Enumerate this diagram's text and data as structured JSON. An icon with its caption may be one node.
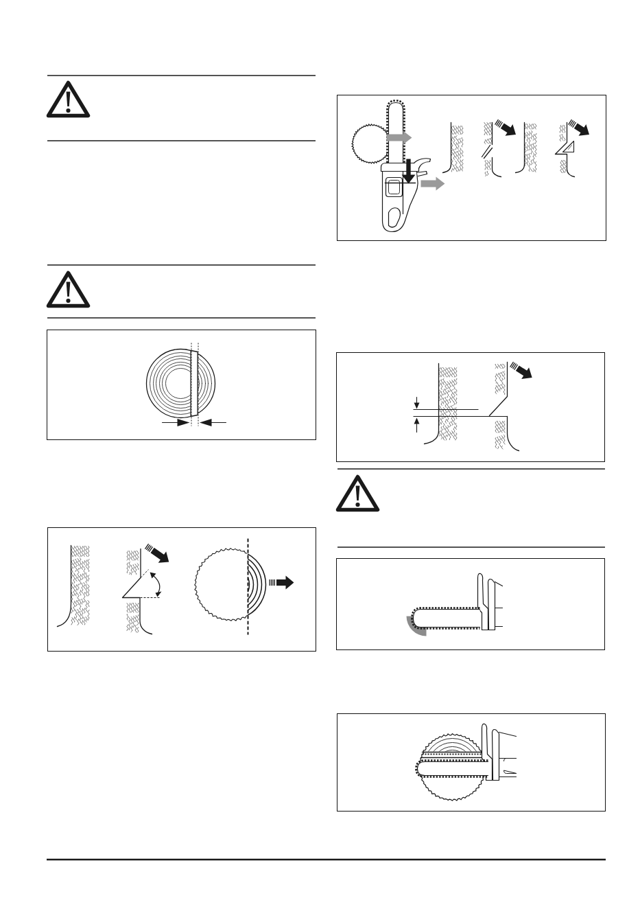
{
  "diagram": {
    "nodes": [
      {
        "text": [],
        "shape": "picture"
      },
      {
        "text": [],
        "shape": "picture"
      },
      {
        "text": [],
        "shape": "picture"
      },
      {
        "text": [],
        "shape": "picture"
      },
      {
        "text": [],
        "shape": "picture"
      },
      {
        "text": [],
        "shape": "picture"
      }
    ]
  }
}
